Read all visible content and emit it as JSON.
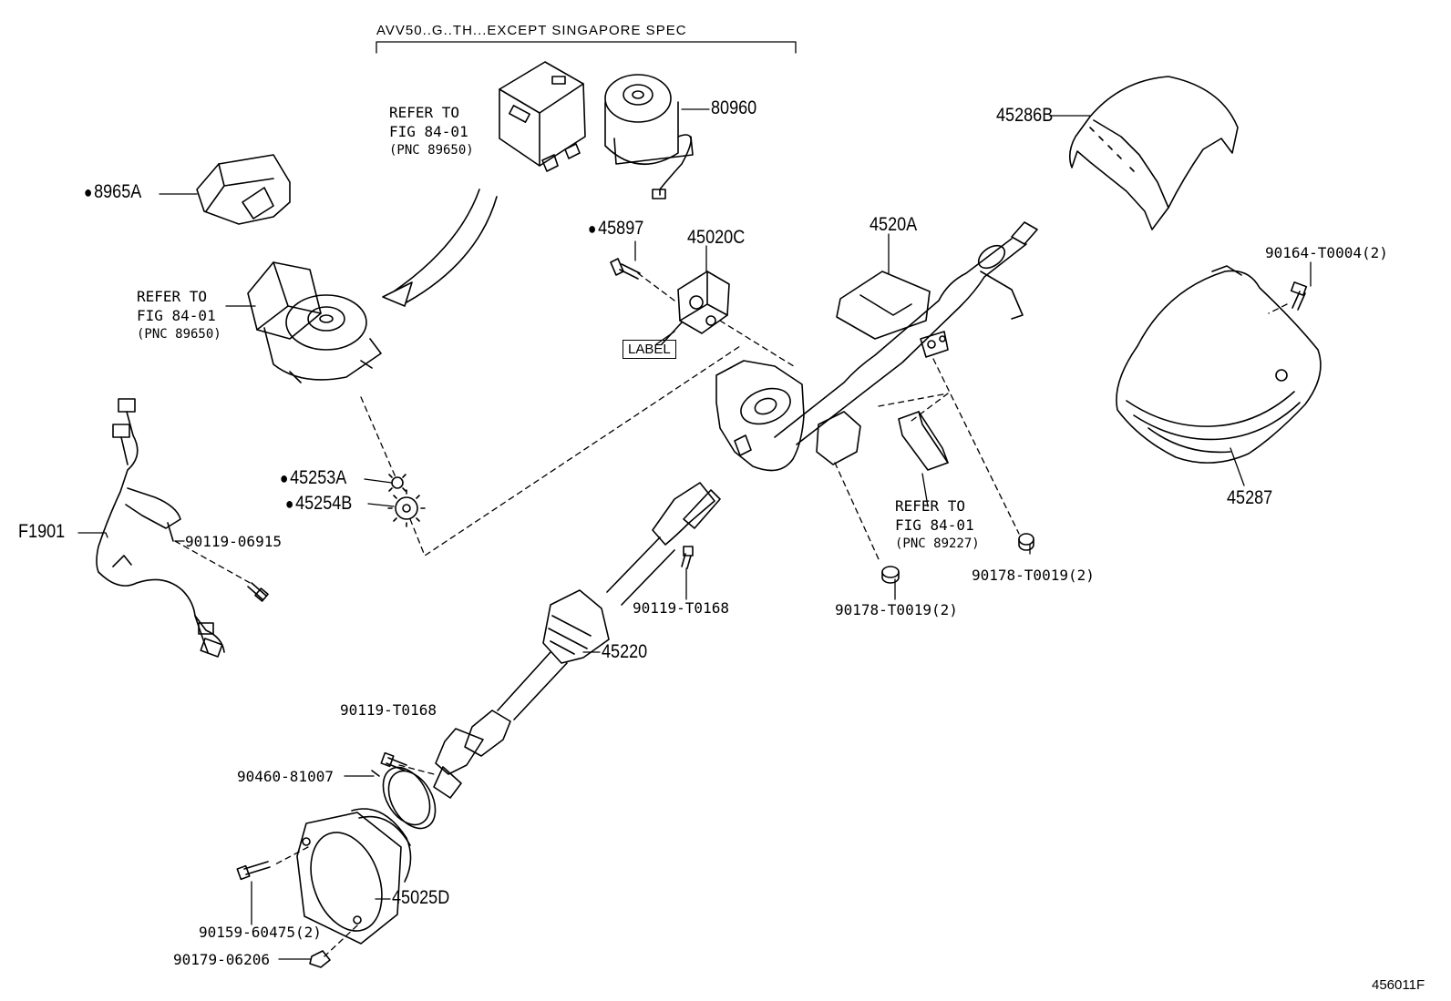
{
  "header": {
    "variant_note": "AVV50..G..TH...EXCEPT SINGAPORE SPEC"
  },
  "figure_id": "456011F",
  "label_tag": "LABEL",
  "refs": {
    "ref1": {
      "line1": "REFER TO",
      "line2": "FIG 84-01",
      "line3": "(PNC 89650)"
    },
    "ref2": {
      "line1": "REFER TO",
      "line2": "FIG 84-01",
      "line3": "(PNC 89650)"
    },
    "ref3": {
      "line1": "REFER TO",
      "line2": "FIG 84-01",
      "line3": "(PNC 89227)"
    }
  },
  "parts": {
    "p80960": "80960",
    "p45286B": "45286B",
    "p8965A": "8965A",
    "p45897": "45897",
    "p45020C": "45020C",
    "p4520A": "4520A",
    "p90164": "90164-T0004(2)",
    "p45287": "45287",
    "p45253A": "45253A",
    "p45254B": "45254B",
    "pF1901": "F1901",
    "p90119_06915": "90119-06915",
    "p90119_T0168a": "90119-T0168",
    "p90178a": "90178-T0019(2)",
    "p90178b": "90178-T0019(2)",
    "p45220": "45220",
    "p90119_T0168b": "90119-T0168",
    "p90460": "90460-81007",
    "p45025D": "45025D",
    "p90159": "90159-60475(2)",
    "p90179": "90179-06206"
  }
}
